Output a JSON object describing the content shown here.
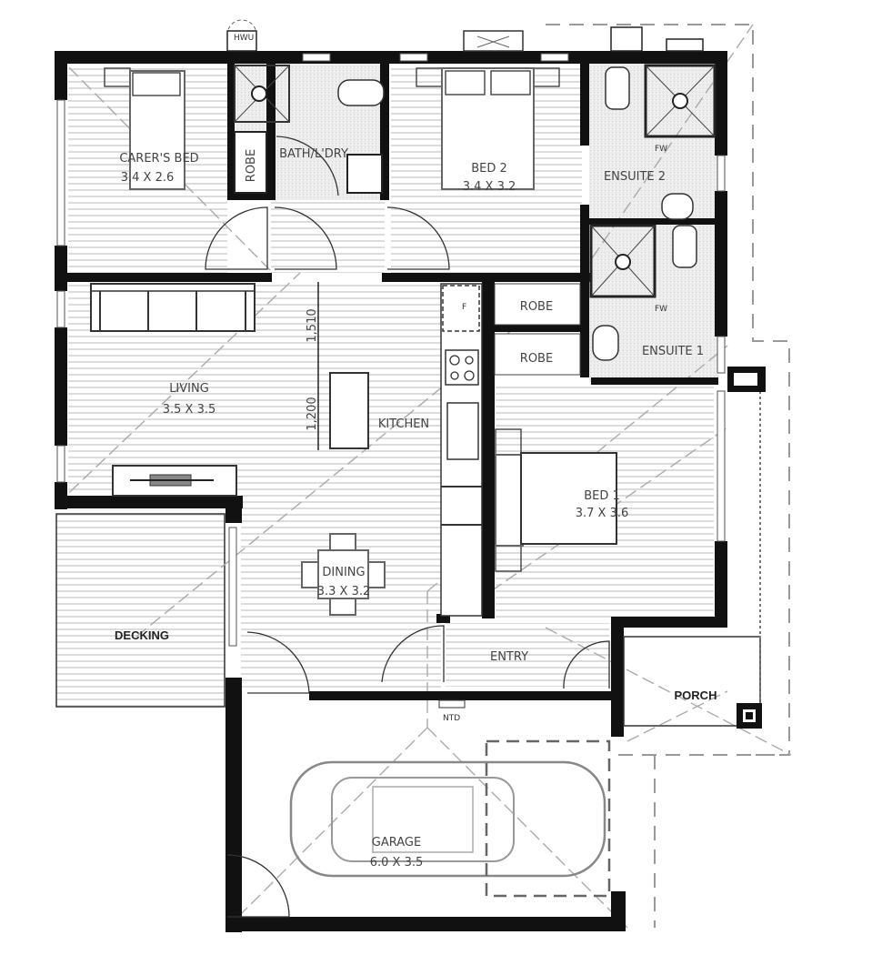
{
  "plan": {
    "rooms": [
      {
        "id": "carers-bed",
        "name": "CARER'S BED",
        "size": "3.4 X 2.6"
      },
      {
        "id": "robe-carers",
        "name": "ROBE"
      },
      {
        "id": "bath-laundry",
        "name": "BATH/L'DRY"
      },
      {
        "id": "bed-2",
        "name": "BED 2",
        "size": "3.4 X 3.2"
      },
      {
        "id": "ensuite-2",
        "name": "ENSUITE 2"
      },
      {
        "id": "ensuite-1",
        "name": "ENSUITE 1"
      },
      {
        "id": "robe-upper",
        "name": "ROBE"
      },
      {
        "id": "robe-lower",
        "name": "ROBE"
      },
      {
        "id": "living",
        "name": "LIVING",
        "size": "3.5 X 3.5"
      },
      {
        "id": "kitchen",
        "name": "KITCHEN"
      },
      {
        "id": "bed-1",
        "name": "BED 1",
        "size": "3.7 X 3.6"
      },
      {
        "id": "dining",
        "name": "DINING",
        "size": "3.3 X 3.2"
      },
      {
        "id": "decking",
        "name": "DECKING"
      },
      {
        "id": "entry",
        "name": "ENTRY"
      },
      {
        "id": "porch",
        "name": "PORCH"
      },
      {
        "id": "garage",
        "name": "GARAGE",
        "size": "6.0 X 3.5"
      }
    ],
    "dimensions": {
      "upper": "1,510",
      "lower": "1,200"
    },
    "annotations": {
      "ntd": "NTD",
      "fw": "FW",
      "fridge": "F",
      "hwu": "HWU"
    }
  }
}
